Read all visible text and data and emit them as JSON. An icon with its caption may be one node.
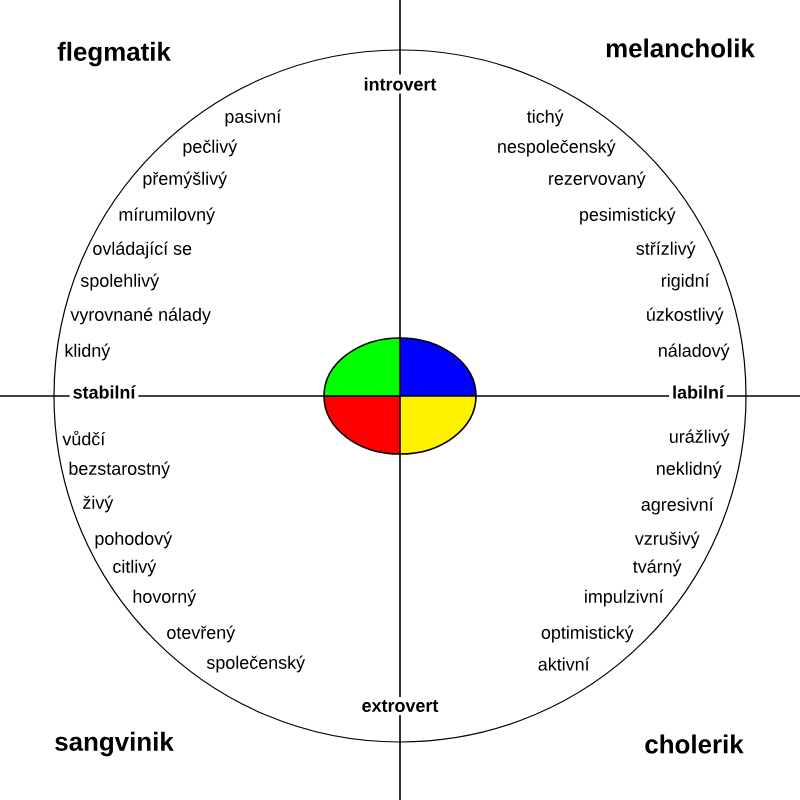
{
  "diagram": {
    "labels": [
      "flegmatik",
      "melancholik",
      "introvert",
      "pasivní",
      "pečlivý",
      "přemýšlivý",
      "mírumilovný",
      "ovládající se",
      "spolehlivý",
      "vyrovnané nálady",
      "klidný",
      "tichý",
      "nespolečenský",
      "rezervovaný",
      "pesimistický",
      "střízlivý",
      "rigidní",
      "úzkostlivý",
      "náladový",
      "stabilní",
      "labilní",
      "vůdčí",
      "bezstarostný",
      "živý",
      "pohodový",
      "citlivý",
      "hovorný",
      "otevřený",
      "společenský",
      "urážlivý",
      "neklidný",
      "agresivní",
      "vzrušivý",
      "tvárný",
      "impulzivní",
      "optimistický",
      "aktivní",
      "extrovert",
      "sangvinik",
      "cholerik"
    ]
  }
}
